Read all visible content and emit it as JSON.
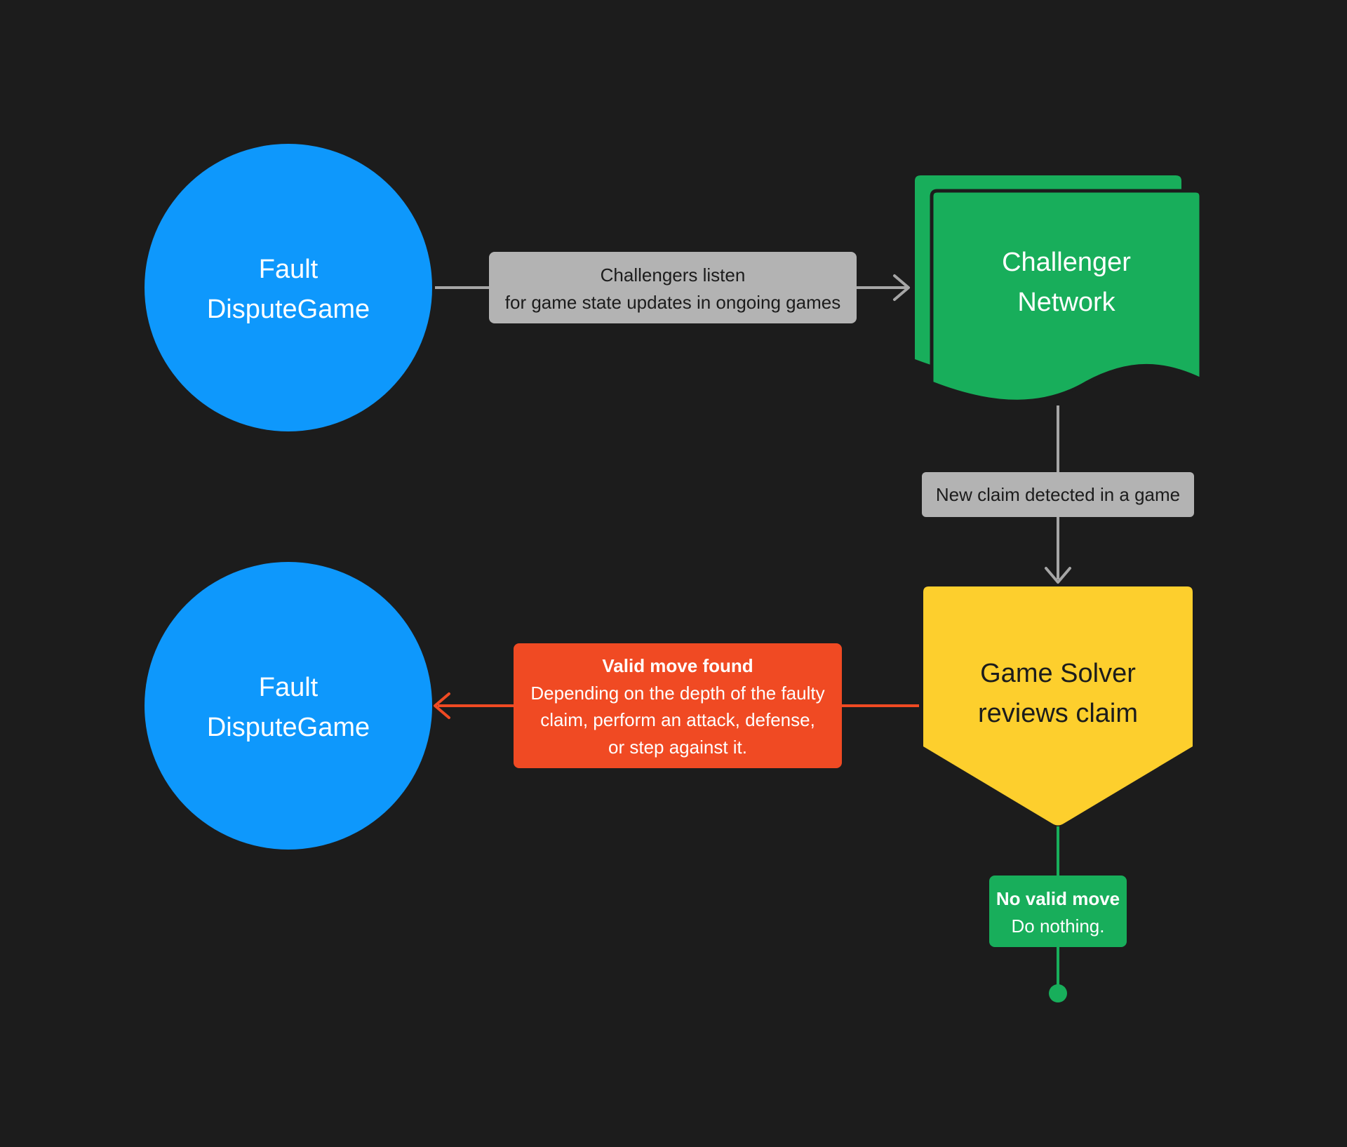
{
  "colors": {
    "background": "#1c1c1c",
    "dispute_game": "#0e98fc",
    "challenger_network": "#18ae5b",
    "game_solver": "#fdcf2d",
    "gray_label": "#b3b3b3",
    "gray_line": "#a6a6a6",
    "valid_move": "#f04a23",
    "no_move": "#18ae5b"
  },
  "nodes": {
    "dispute_game_top": {
      "line1": "Fault",
      "line2": "DisputeGame"
    },
    "challenger_network": {
      "line1": "Challenger",
      "line2": "Network"
    },
    "game_solver": {
      "line1": "Game Solver",
      "line2": "reviews claim"
    },
    "dispute_game_bottom": {
      "line1": "Fault",
      "line2": "DisputeGame"
    }
  },
  "edges": {
    "listen": {
      "line1": "Challengers listen",
      "line2": "for game state updates in ongoing games"
    },
    "new_claim": {
      "text": "New claim detected in a game"
    },
    "valid_move": {
      "title": "Valid move found",
      "line1": "Depending on the depth of the faulty",
      "line2": "claim, perform an attack, defense,",
      "line3": "or step against it."
    },
    "no_valid_move": {
      "title": "No valid move",
      "line1": "Do nothing."
    }
  }
}
